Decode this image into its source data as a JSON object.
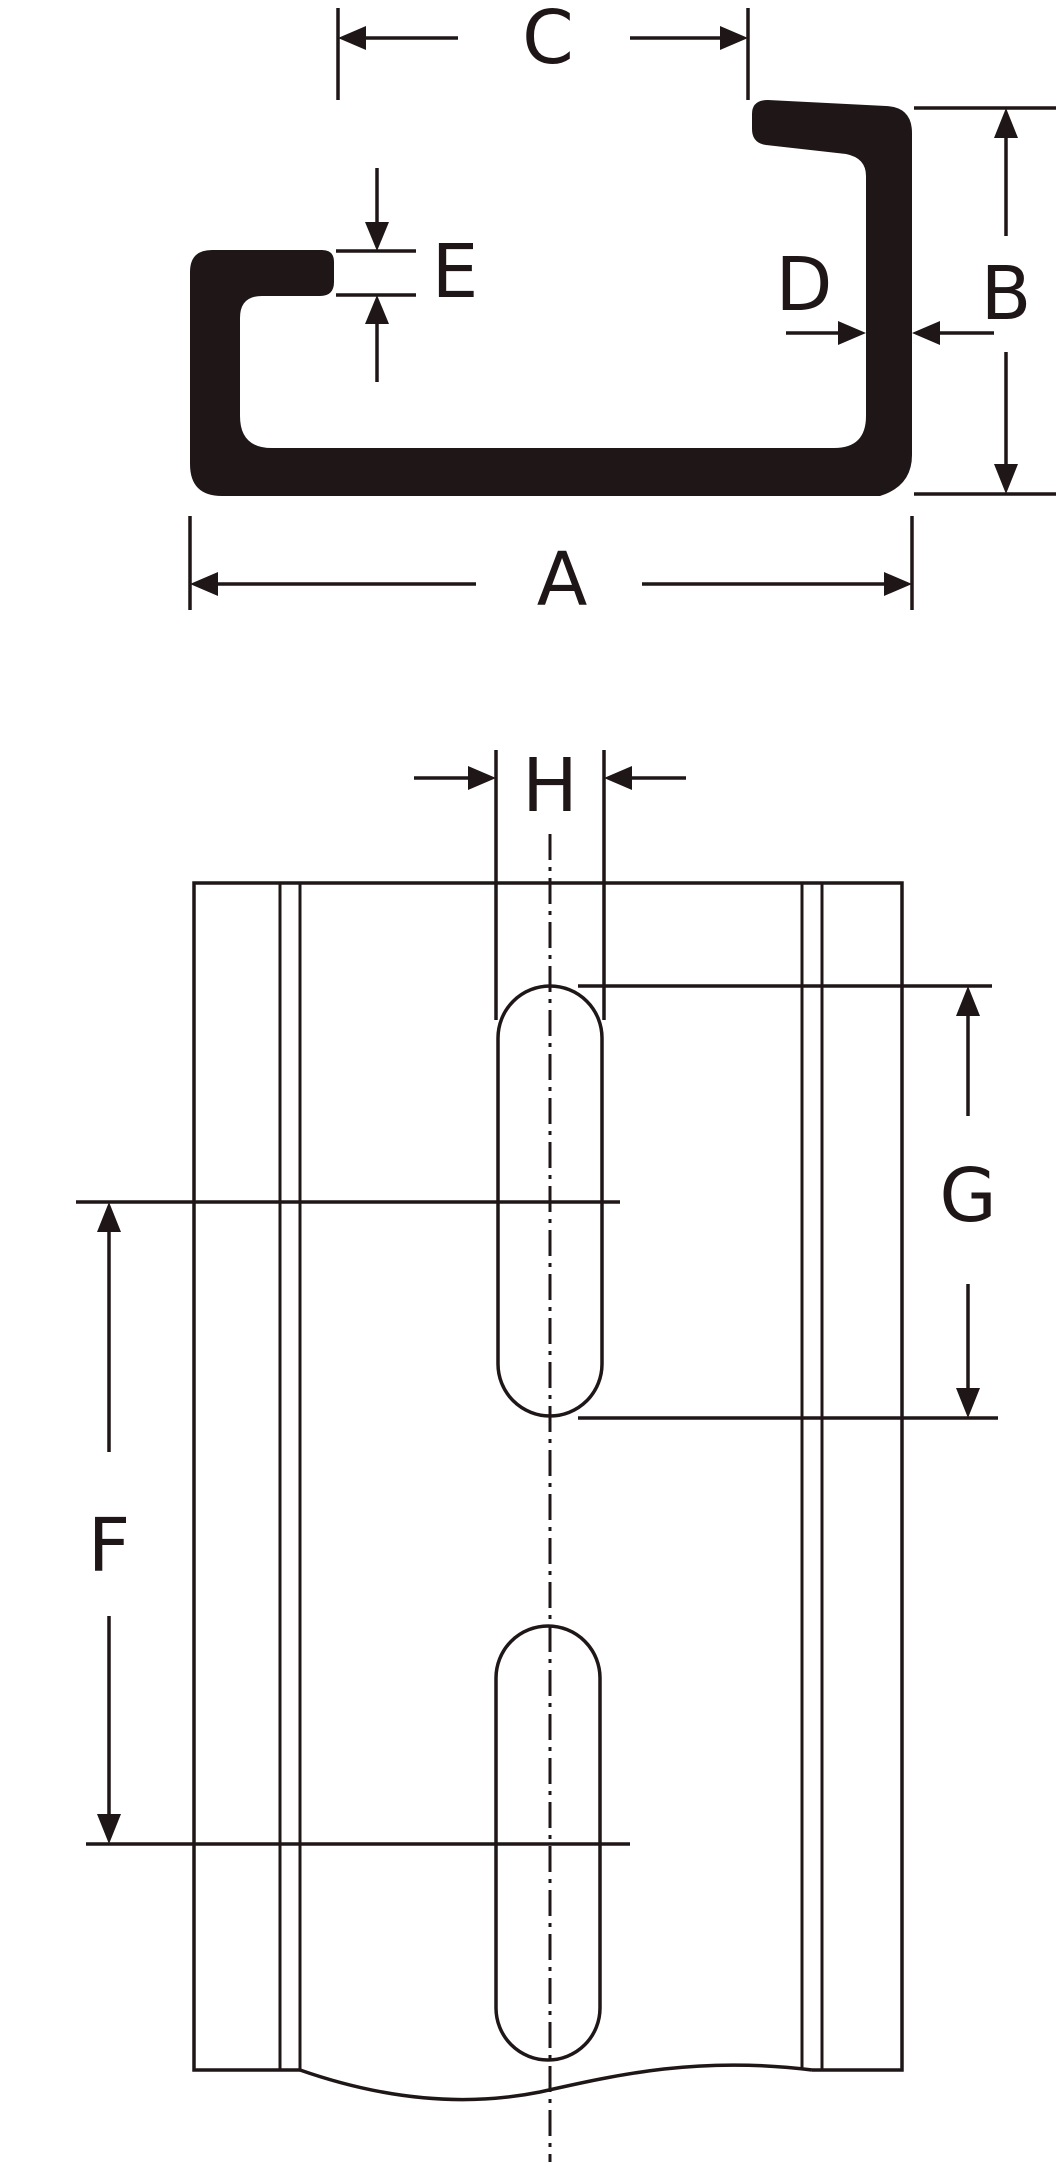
{
  "labels": {
    "a": "A",
    "b": "B",
    "c": "C",
    "d": "D",
    "e": "E",
    "f": "F",
    "g": "G",
    "h": "H"
  },
  "colors": {
    "ink": "#1f1717",
    "background": "#ffffff"
  }
}
